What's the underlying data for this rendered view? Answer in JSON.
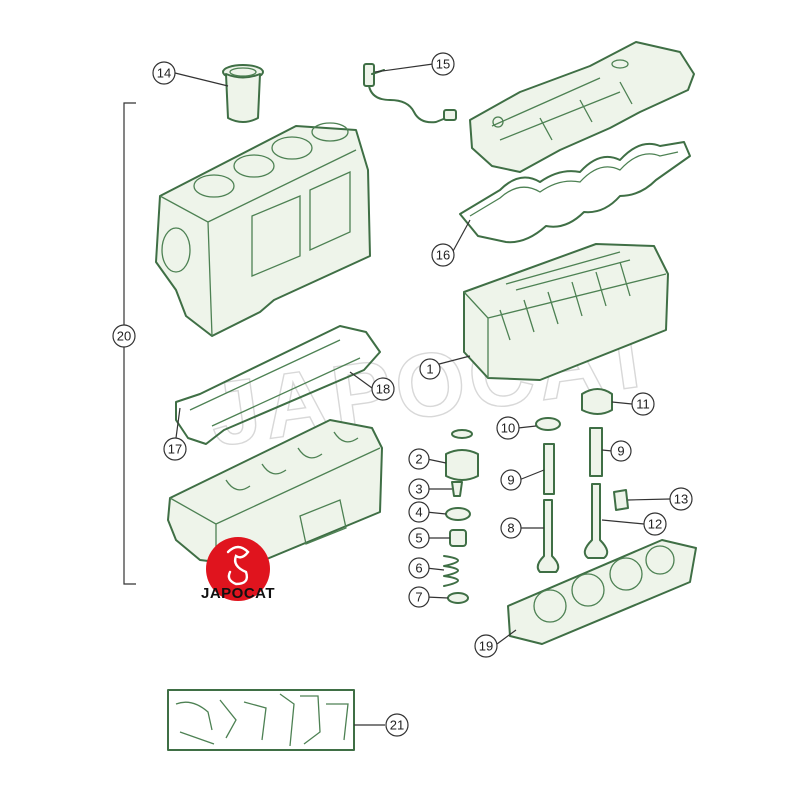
{
  "callouts": {
    "c1": "1",
    "c2": "2",
    "c3": "3",
    "c4": "4",
    "c5": "5",
    "c6": "6",
    "c7": "7",
    "c8": "8",
    "c9a": "9",
    "c9b": "9",
    "c10": "10",
    "c11": "11",
    "c12": "12",
    "c13": "13",
    "c14": "14",
    "c15": "15",
    "c16": "16",
    "c17": "17",
    "c18": "18",
    "c19": "19",
    "c20": "20",
    "c21": "21"
  },
  "watermark": "JAPOCAT",
  "logo": {
    "text": "JAPOCAT",
    "color": "#e0141e"
  },
  "colors": {
    "line_art": "#3f6f45",
    "part_tint": "#eef4ea",
    "leader": "#333333"
  }
}
